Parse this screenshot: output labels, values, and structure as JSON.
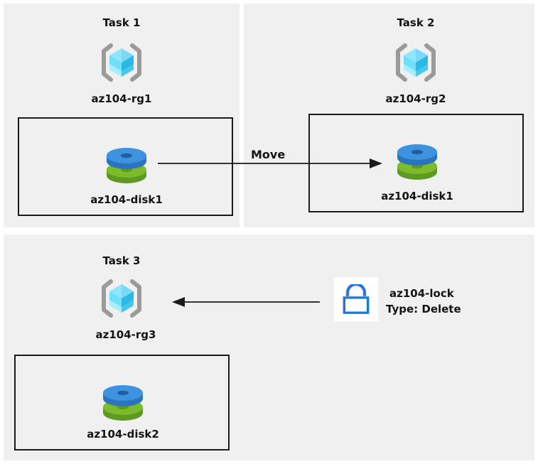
{
  "diagram": {
    "title": "Azure resource group tasks diagram",
    "background": "#ffffff",
    "panel_background": "#f0f0f0",
    "line_color": "#1a1a1a",
    "colors": {
      "cube_light": "#7ae1fb",
      "cube_mid": "#35c9f2",
      "cube_dark": "#2bb3dd",
      "bracket_gray": "#9a9a9a",
      "disk_blue": "#3f92dd",
      "disk_blue_dark": "#2a74bd",
      "disk_green": "#7cbb2c",
      "disk_green_dark": "#5e9920",
      "lock_blue": "#0a7de2",
      "lock_pink": "#e89ac2"
    }
  },
  "panels": [
    {
      "id": "task1",
      "title": "Task 1",
      "resource_group": {
        "icon": "resource-group-icon",
        "label": "az104-rg1"
      },
      "resource": {
        "icon": "disk-icon",
        "label": "az104-disk1"
      }
    },
    {
      "id": "task2",
      "title": "Task 2",
      "resource_group": {
        "icon": "resource-group-icon",
        "label": "az104-rg2"
      },
      "resource": {
        "icon": "disk-icon",
        "label": "az104-disk1"
      }
    },
    {
      "id": "task3",
      "title": "Task 3",
      "resource_group": {
        "icon": "resource-group-icon",
        "label": "az104-rg3"
      },
      "resource": {
        "icon": "disk-icon",
        "label": "az104-disk2"
      }
    }
  ],
  "connectors": {
    "move": {
      "label": "Move",
      "direction": "right",
      "from": "az104-disk1 in az104-rg1",
      "to": "az104-disk1 in az104-rg2"
    },
    "lock": {
      "direction": "left",
      "from": "az104-lock",
      "to": "az104-rg3"
    }
  },
  "lock": {
    "icon": "lock-icon",
    "name": "az104-lock",
    "type_line": "Type: Delete"
  }
}
